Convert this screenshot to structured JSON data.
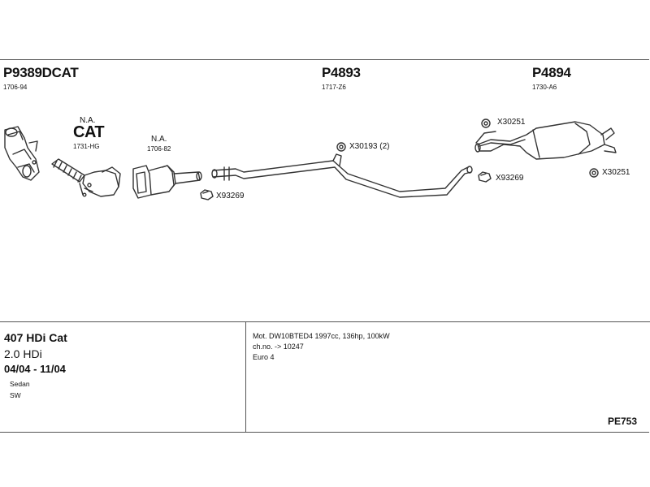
{
  "parts": {
    "p1": {
      "number": "P9389DCAT",
      "code": "1706-94"
    },
    "p2": {
      "number": "P4893",
      "code": "1717-Z6"
    },
    "p3": {
      "number": "P4894",
      "code": "1730-A6"
    }
  },
  "components": {
    "cat": {
      "na": "N.A.",
      "label": "CAT",
      "code": "1731-HG"
    },
    "dpf": {
      "na": "N.A.",
      "code": "1706-82"
    }
  },
  "fittings": {
    "x93269_left": "X93269",
    "x30193": "X30193 (2)",
    "x30251_top": "X30251",
    "x93269_right": "X93269",
    "x30251_right": "X30251"
  },
  "vehicle": {
    "model": "407 HDi Cat",
    "engine": "2.0 HDi",
    "dates": "04/04 - 11/04",
    "body_types": [
      "Sedan",
      "SW"
    ]
  },
  "specs": {
    "lines": [
      "Mot. DW10BTED4 1997cc, 136hp, 100kW",
      "ch.no. -> 10247",
      "Euro 4"
    ]
  },
  "diagram_code": "PE753"
}
